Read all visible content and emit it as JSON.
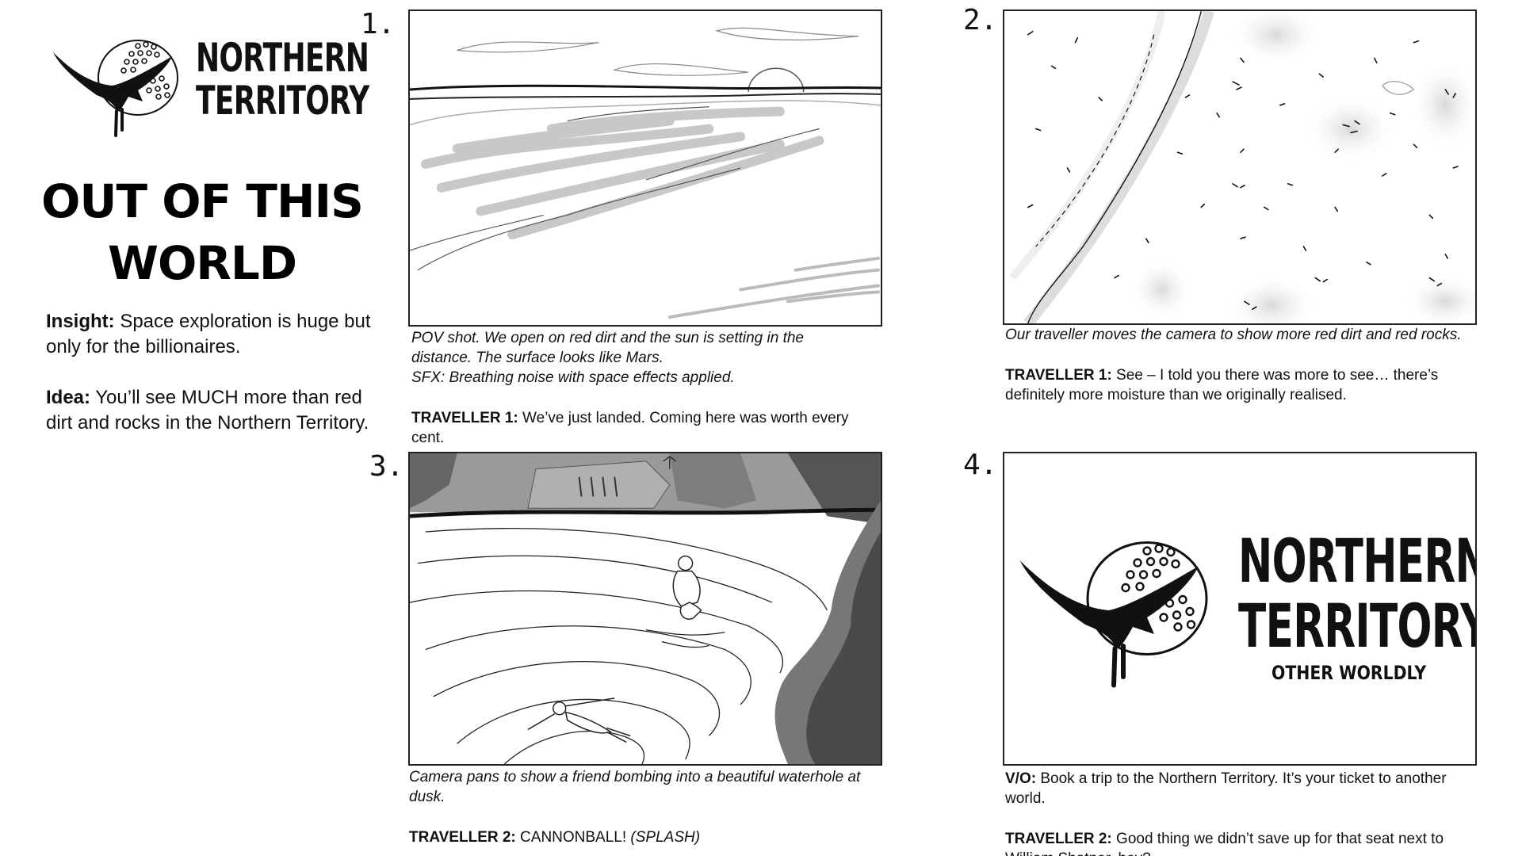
{
  "brand": {
    "line1": "NORTHERN",
    "line2": "TERRITORY",
    "tagline": "OTHER WORLDLY"
  },
  "title": {
    "line1": "OUT OF THIS",
    "line2": "WORLD"
  },
  "brief": {
    "insight_label": "Insight:",
    "insight_text": " Space exploration is huge but only for the billionaires.",
    "idea_label": "Idea:",
    "idea_text": " You’ll see MUCH more than red dirt and rocks in the Northern Territory."
  },
  "panels": [
    {
      "number": "1.",
      "desc1": "POV shot. We open on red dirt and the sun is setting in the distance. The surface looks like Mars.",
      "desc2": "SFX: Breathing noise with space effects applied.",
      "speaker": "TRAVELLER 1:",
      "line": " We’ve just landed. Coming here was worth every cent."
    },
    {
      "number": "2.",
      "desc1": "Our traveller moves the camera to show more red dirt and red rocks.",
      "speaker": "TRAVELLER 1:",
      "line": "  See – I told you there was more to see… there’s definitely more moisture than we originally realised."
    },
    {
      "number": "3.",
      "desc1": "Camera pans to show a friend bombing into a beautiful waterhole at dusk.",
      "speaker": "TRAVELLER 2:",
      "line": " CANNONBALL! ",
      "line_italic": "(SPLASH)"
    },
    {
      "number": "4.",
      "vo_label": "V/O:",
      "vo_text": " Book a trip to the Northern Territory. It’s your ticket to another world.",
      "speaker": "TRAVELLER 2:",
      "line": " Good thing we didn’t save up for that seat next to William Shatner, hey?"
    }
  ],
  "colors": {
    "ink": "#111111",
    "sketch_gray": "#c8c8c8",
    "paper": "#ffffff"
  },
  "icons": [
    "bird-icon",
    "dot-circle-icon"
  ]
}
